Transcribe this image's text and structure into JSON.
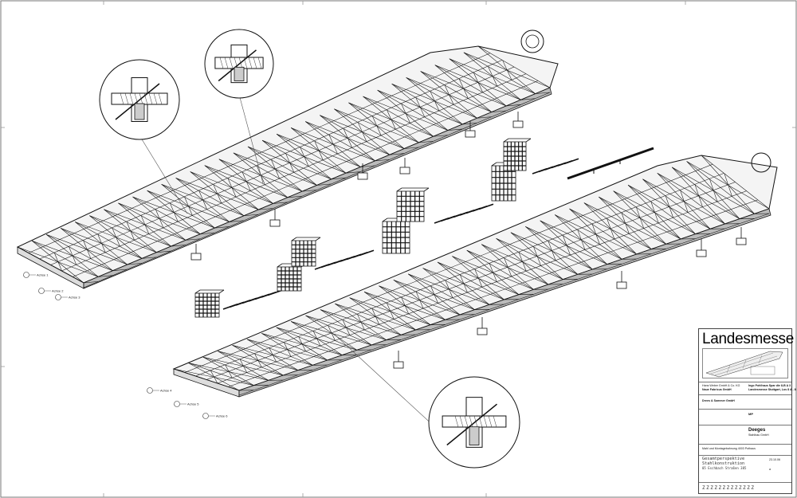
{
  "drawing": {
    "axis_labels": [
      "Achse 1",
      "Achse 2",
      "Achse 3",
      "Achse 4",
      "Achse 5",
      "Achse 6"
    ]
  },
  "title_block": {
    "project": "Landesmesse",
    "client_line1": "Hans Weber GmbH & Co. KG",
    "client_line2": "Naue Fabricus GmbH",
    "architect_line1": "Ingo Pohlhaus Spar die 8-B A 3",
    "architect_line2": "Landesmesse Stuttgart, Los 8 A - 8",
    "engineer": "Drees & Sommer GmbH",
    "steel_company": "Deeges",
    "steel_company_sub": "Stahlbau GmbH",
    "mp_logo": "MP",
    "misc_line": "Mahl und Montagebahnung 4003 Pothaus",
    "drawing_title_1": "Gesamtperspektive",
    "drawing_title_2": "Stahlkonstruktion",
    "drawing_no": "05 Eschbach Straßen 385",
    "date": "23.10.06",
    "revision": "a",
    "code": "ZZZZZZZZZZZZZ"
  }
}
